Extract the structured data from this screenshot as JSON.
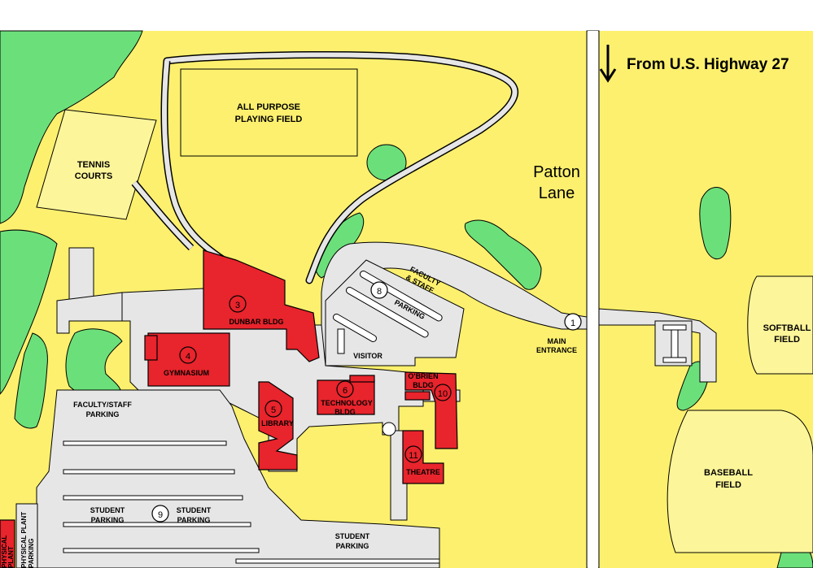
{
  "header": {
    "direction_label": "From U.S. Highway 27"
  },
  "streets": {
    "patton_line1": "Patton",
    "patton_line2": "Lane"
  },
  "fields": {
    "all_purpose_line1": "ALL PURPOSE",
    "all_purpose_line2": "PLAYING FIELD",
    "tennis_line1": "TENNIS",
    "tennis_line2": "COURTS",
    "softball_line1": "SOFTBALL",
    "softball_line2": "FIELD",
    "baseball_line1": "BASEBALL",
    "baseball_line2": "FIELD"
  },
  "buildings": [
    {
      "number": "3",
      "name": "DUNBAR BLDG"
    },
    {
      "number": "4",
      "name": "GYMNASIUM"
    },
    {
      "number": "5",
      "name": "LIBRARY"
    },
    {
      "number": "6",
      "name_line1": "TECHNOLOGY",
      "name_line2": "BLDG"
    },
    {
      "number": "10",
      "name_line1": "O'BRIEN",
      "name_line2": "BLDG"
    },
    {
      "number": "11",
      "name": "THEATRE"
    },
    {
      "name_line1": "PHYSICAL",
      "name_line2": "PLANT"
    }
  ],
  "markers": [
    {
      "number": "1",
      "label_line1": "MAIN",
      "label_line2": "ENTRANCE"
    },
    {
      "number": "8",
      "label": "PARKING"
    },
    {
      "number": "9"
    }
  ],
  "parking": {
    "faculty_staff_line1": "FACULTY",
    "faculty_staff_line2": "& STAFF",
    "visitor": "VISITOR",
    "faculty_staff_left_line1": "FACULTY/STAFF",
    "faculty_staff_left_line2": "PARKING",
    "student_a_line1": "STUDENT",
    "student_a_line2": "PARKING",
    "student_b_line1": "STUDENT",
    "student_b_line2": "PARKING",
    "student_c_line1": "STUDENT",
    "student_c_line2": "PARKING",
    "physical_plant_line1": "PHYSICAL PLANT",
    "physical_plant_line2": "PARKING"
  },
  "colors": {
    "ground": "#fdf06e",
    "building": "#e8242c",
    "trees": "#6be07a",
    "road": "#e6e6e6",
    "field": "#fdf59a"
  }
}
